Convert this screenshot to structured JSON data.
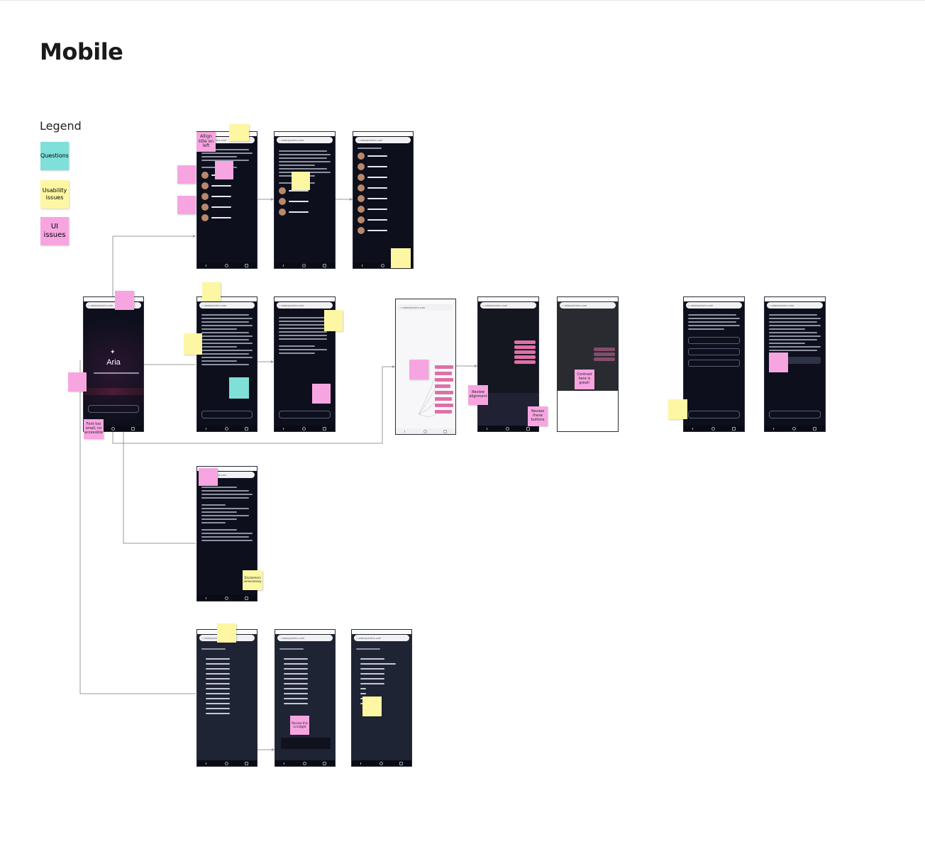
{
  "page": {
    "title": "Mobile"
  },
  "legend": {
    "title": "Legend",
    "items": [
      {
        "label": "Questions",
        "color": "#7ee0d8"
      },
      {
        "label": "Usability issues",
        "color": "#fdf7a3"
      },
      {
        "label": "UI issues",
        "color": "#f7a5e1"
      }
    ]
  },
  "phones": {
    "home": {
      "app_name": "Aria"
    }
  },
  "stickies": {
    "allign_title": "Allign title on left",
    "font_small": "Font too small, no accessible",
    "review_alignment": "Review alignment",
    "review_buttons": "Review these buttons",
    "contrast_great": "Contrast here is great!",
    "disclaimers": "Disclaimers unnecessary",
    "review_scroll": "Review this scrollight"
  },
  "colors": {
    "canvas": "#ffffff",
    "connector": "#9a9a9a",
    "phone_dark": "#0d0f1c",
    "phone_navy": "#1f2434",
    "accent_pink": "#e06fa8"
  }
}
